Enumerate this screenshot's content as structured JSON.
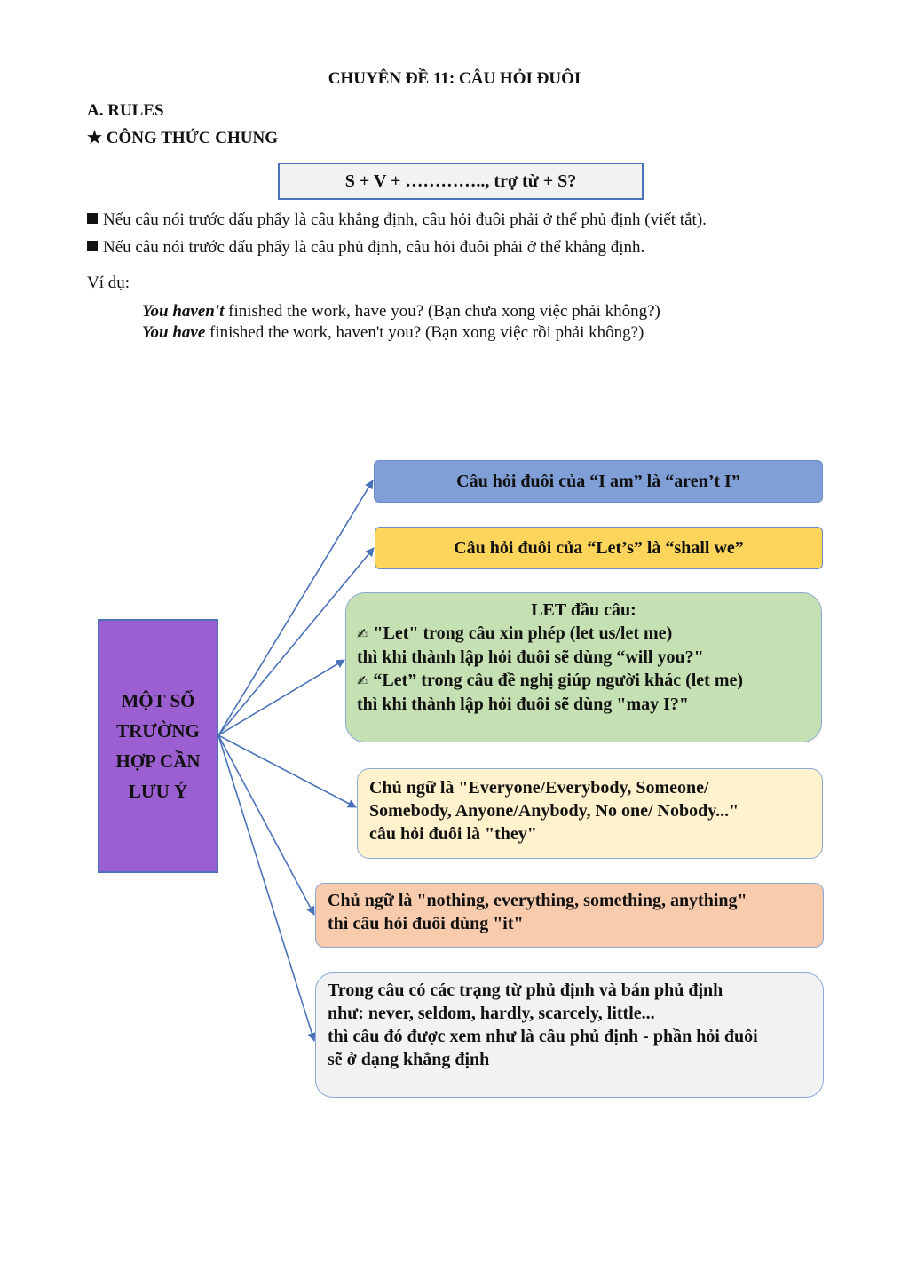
{
  "title": "CHUYÊN ĐỀ 11: CÂU HỎI ĐUÔI",
  "section_a": "A. RULES",
  "formula_heading": {
    "icon": "star-icon",
    "star": "★",
    "text": "CÔNG THỨC CHUNG"
  },
  "formula": "S + V + ………….., trợ từ + S?",
  "bullets": [
    "Nếu câu nói trước dấu phẩy là câu khẳng định, câu hỏi đuôi phải ở thể phủ định (viết tắt).",
    "Nếu câu nói trước dấu phẩy là câu phủ định, câu hỏi đuôi phải ở thể khẳng định."
  ],
  "vidu": "Ví dụ:",
  "examples": [
    {
      "bold": "You haven't",
      "rest": " finished the work, have you? (Bạn chưa xong việc phải không?)"
    },
    {
      "bold": "You have",
      "rest": " finished the work, haven't you? (Bạn xong việc rồi phải không?)"
    }
  ],
  "diagram": {
    "center": "MỘT SỐ TRƯỜNG HỢP CẦN LƯU Ý",
    "node1": "Câu hỏi đuôi của “I am” là “aren’t I”",
    "node2": "Câu hỏi đuôi của “Let’s” là “shall we”",
    "node3": {
      "heading": "LET đầu câu:",
      "pen_icon": "✍",
      "line1": " \"Let\" trong câu xin phép (let us/let me)",
      "line2": "thì khi thành lập hỏi đuôi sẽ dùng “will you?\"",
      "line3": " “Let” trong câu đề nghị giúp người khác (let me)",
      "line4": "thì khi thành lập hỏi đuôi sẽ dùng \"may I?\""
    },
    "node4": {
      "line1": "Chủ ngữ là \"Everyone/Everybody, Someone/",
      "line2": "Somebody, Anyone/Anybody, No one/ Nobody...\"",
      "line3": "câu hỏi đuôi là \"they\""
    },
    "node5": {
      "line1": "Chủ ngữ là \"nothing, everything, something, anything\"",
      "line2": "thì câu hỏi đuôi dùng \"it\""
    },
    "node6": {
      "line1": "Trong câu có các trạng từ phủ định và bán phủ định",
      "line2": "như: never, seldom, hardly, scarcely, little...",
      "line3": "thì câu đó được xem như là câu phủ định - phần hỏi đuôi",
      "line4": "sẽ ở dạng khẳng định"
    }
  },
  "colors": {
    "arrow": "#4a72b8",
    "center": "#9b5fd1",
    "node1": "#7f9fd6",
    "node2": "#fdd55b",
    "node3": "#c5e0b3",
    "node4": "#fff2cc",
    "node5": "#f8cbad",
    "node6": "#f2f2f2"
  }
}
